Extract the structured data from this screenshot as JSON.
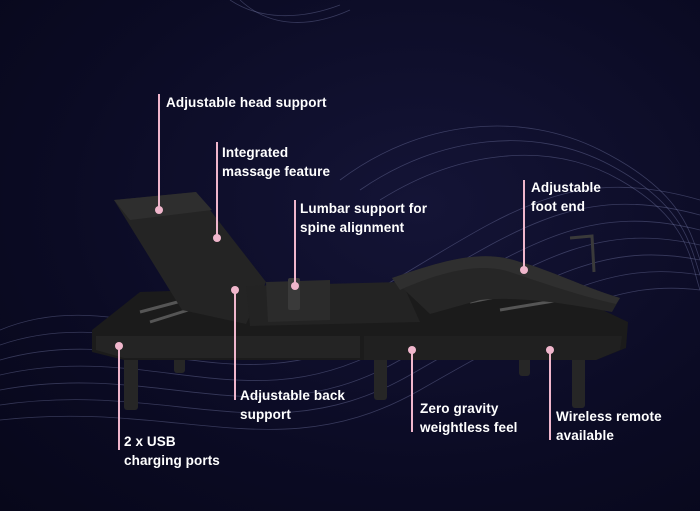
{
  "colors": {
    "background": "#0b0b24",
    "accent": "#f0b6cc",
    "text": "#ffffff",
    "bed": "#1f1f1f"
  },
  "callouts": {
    "head_support": "Adjustable head support",
    "massage": "Integrated\nmassage feature",
    "lumbar": "Lumbar support for\nspine alignment",
    "foot_end": "Adjustable\nfoot end",
    "back_support": "Adjustable back\nsupport",
    "zero_gravity": "Zero gravity\nweightless feel",
    "usb_ports": "2 x USB\ncharging ports",
    "wireless_remote": "Wireless remote\navailable"
  }
}
